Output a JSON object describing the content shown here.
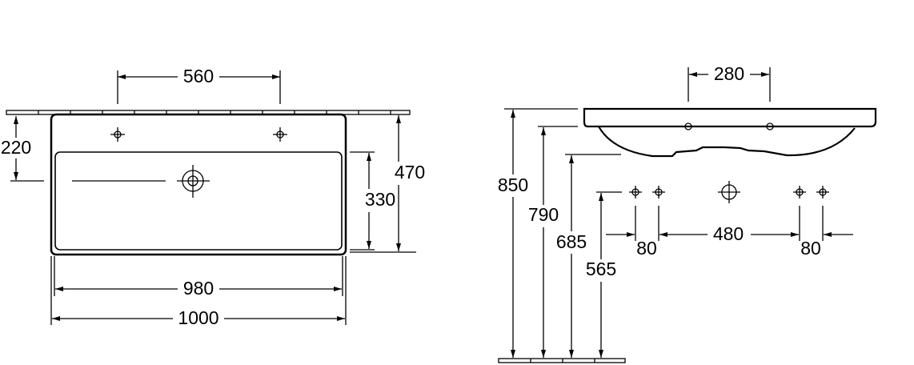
{
  "top_view": {
    "tap_hole_spacing": "560",
    "tap_hole_from_wall": "220",
    "bowl_depth": "330",
    "overall_depth": "470",
    "bowl_width": "980",
    "overall_width": "1000"
  },
  "side_view": {
    "tap_hole_spacing": "280",
    "rim_height": "850",
    "bowl_top_height": "790",
    "bowl_bottom_height": "685",
    "supply_height": "565",
    "supply_spacing_left": "80",
    "supply_spacing_center": "480",
    "supply_spacing_right": "80"
  }
}
